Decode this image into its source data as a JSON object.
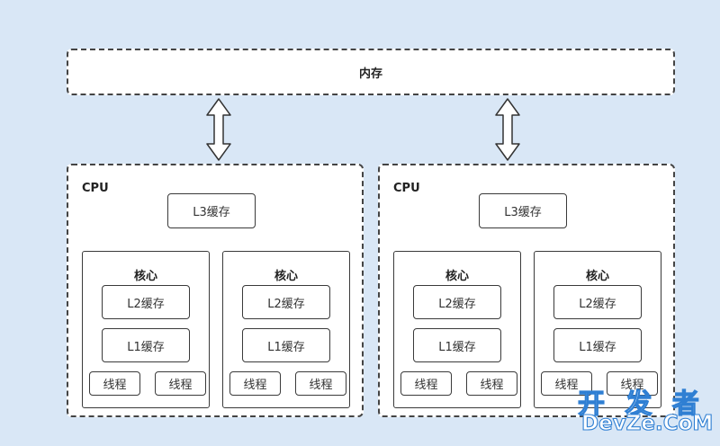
{
  "memory": {
    "label": "内存"
  },
  "cpus": [
    {
      "label": "CPU",
      "l3": "L3缓存",
      "cores": [
        {
          "label": "核心",
          "l2": "L2缓存",
          "l1": "L1缓存",
          "threads": [
            "线程",
            "线程"
          ]
        },
        {
          "label": "核心",
          "l2": "L2缓存",
          "l1": "L1缓存",
          "threads": [
            "线程",
            "线程"
          ]
        }
      ]
    },
    {
      "label": "CPU",
      "l3": "L3缓存",
      "cores": [
        {
          "label": "核心",
          "l2": "L2缓存",
          "l1": "L1缓存",
          "threads": [
            "线程",
            "线程"
          ]
        },
        {
          "label": "核心",
          "l2": "L2缓存",
          "l1": "L1缓存",
          "threads": [
            "线程",
            "线程"
          ]
        }
      ]
    }
  ],
  "watermark": {
    "cn": "开 发 者",
    "en": "DevZe.CoM"
  },
  "colors": {
    "background": "#d9e7f6",
    "box_border": "#3a3a3a",
    "watermark": "#2f7fd3"
  }
}
